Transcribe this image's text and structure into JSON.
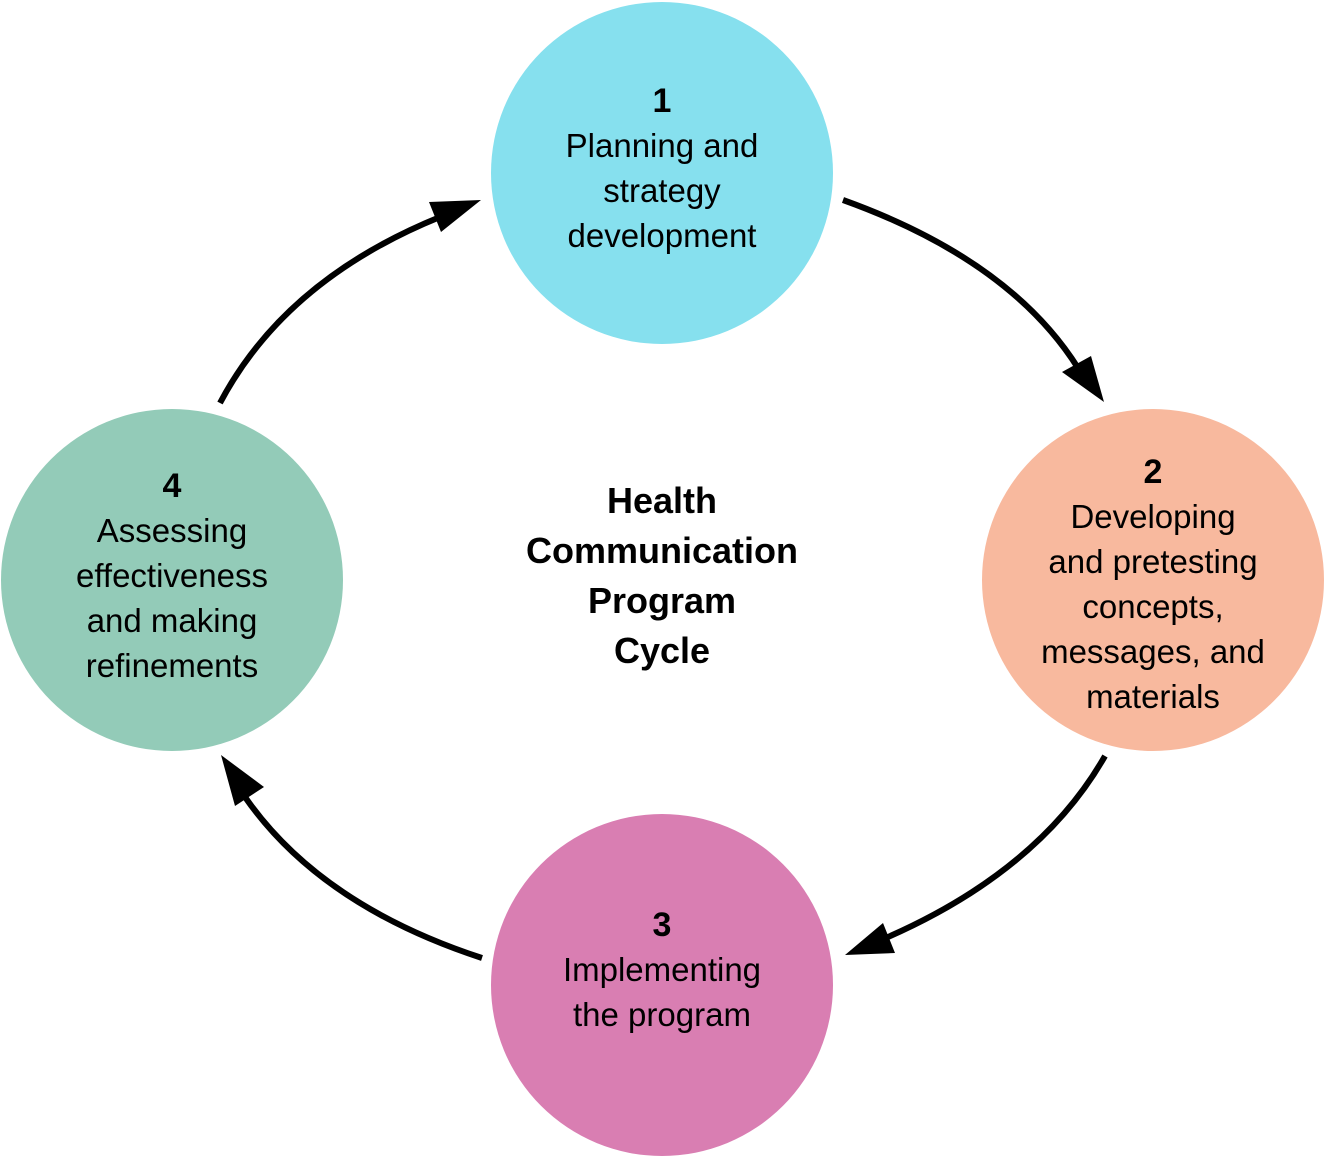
{
  "center_title": "Health\nCommunication\nProgram\nCycle",
  "colors": {
    "stage_1": "#86E0EE",
    "stage_2": "#F8B99E",
    "stage_3": "#D97EB2",
    "stage_4": "#93CBB8",
    "arrow": "#000000"
  },
  "stages": [
    {
      "number": "1",
      "label": "Planning and\nstrategy\ndevelopment"
    },
    {
      "number": "2",
      "label": "Developing\nand pretesting\nconcepts,\nmessages, and\nmaterials"
    },
    {
      "number": "3",
      "label": "Implementing\nthe program"
    },
    {
      "number": "4",
      "label": "Assessing\neffectiveness\nand making\nrefinements"
    }
  ]
}
